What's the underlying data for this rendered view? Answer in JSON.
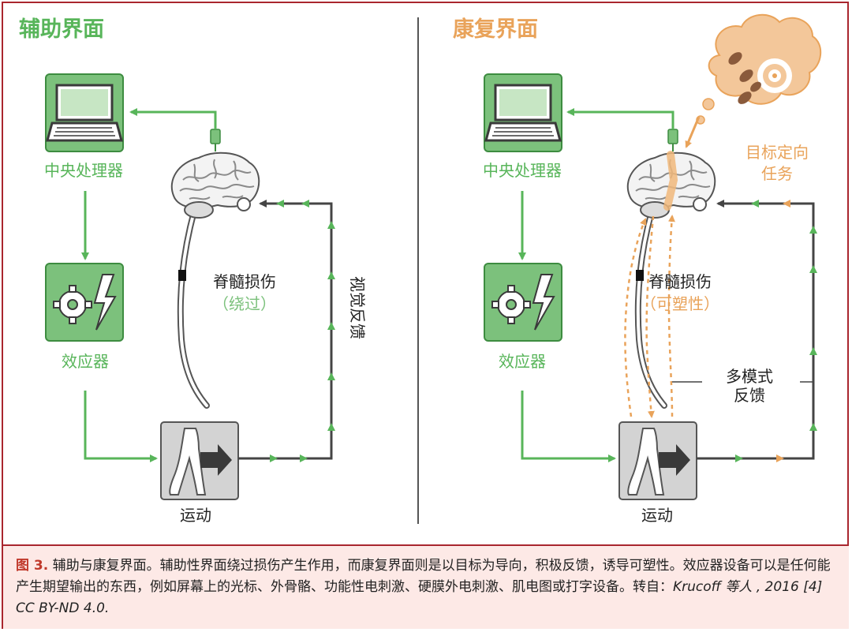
{
  "colors": {
    "green": "#58b55a",
    "orange": "#e9a35a",
    "gray": "#444444",
    "border": "#a9262e",
    "captionBg": "#fde9e6"
  },
  "left": {
    "title": "辅助界面",
    "cpu_label": "中央处理器",
    "effector_label": "效应器",
    "sci_label": "脊髓损伤",
    "sci_sub": "（绕过）",
    "feedback_label": "视觉反馈",
    "motion_label": "运动"
  },
  "right": {
    "title": "康复界面",
    "cpu_label": "中央处理器",
    "effector_label": "效应器",
    "sci_label": "脊髓损伤",
    "sci_sub": "（可塑性）",
    "goal_line1": "目标定向",
    "goal_line2": "任务",
    "feedback_line1": "多模式",
    "feedback_line2": "反馈",
    "motion_label": "运动"
  },
  "caption": {
    "label": "图 3.",
    "text": " 辅助与康复界面。辅助性界面绕过损伤产生作用，而康复界面则是以目标为导向，积极反馈，诱导可塑性。效应器设备可以是任何能产生期望输出的东西，例如屏幕上的光标、外骨骼、功能性电刺激、硬膜外电刺激、肌电图或打字设备。转自：",
    "citation": "Krucoff 等人 , 2016 [4] CC BY-ND 4.0."
  }
}
